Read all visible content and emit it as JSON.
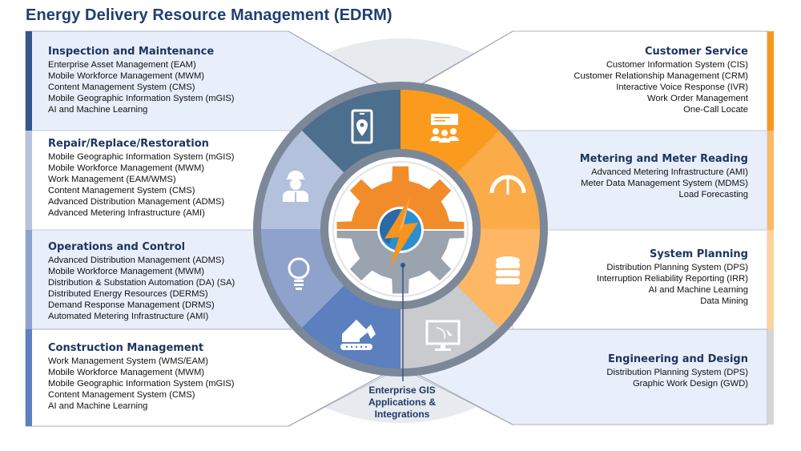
{
  "title": "Energy Delivery Resource Management (EDRM)",
  "left_panels": [
    {
      "heading": "Inspection and Maintenance",
      "items": [
        "Enterprise Asset Management (EAM)",
        "Mobile Workforce Management (MWM)",
        "Content Management System (CMS)",
        "Mobile Geographic Information System (mGIS)",
        "AI and Machine Learning"
      ],
      "accent": "#34568c",
      "icon": "mobile-location-icon"
    },
    {
      "heading": "Repair/Replace/Restoration",
      "items": [
        "Mobile Geographic Information System (mGIS)",
        "Mobile Workforce Management (MWM)",
        "Work Management (EAM/WMS)",
        "Content Management System (CMS)",
        "Advanced Distribution Management (ADMS)",
        "Advanced Metering Infrastructure (AMI)"
      ],
      "accent": "#b6c4de",
      "icon": "worker-icon"
    },
    {
      "heading": "Operations and Control",
      "items": [
        "Advanced Distribution Management (ADMS)",
        "Mobile Workforce Management (MWM)",
        "Distribution & Substation Automation (DA) (SA)",
        "Distributed Energy Resources (DERMS)",
        "Demand Response Management (DRMS)",
        "Automated Metering Infrastructure (AMI)"
      ],
      "accent": "#8da2cc",
      "icon": "lightbulb-icon"
    },
    {
      "heading": "Construction Management",
      "items": [
        "Work Management System (WMS/EAM)",
        "Mobile Workforce Management (MWM)",
        "Mobile Geographic Information System (mGIS)",
        "Content Management System (CMS)",
        "AI and Machine Learning"
      ],
      "accent": "#5d7fbd",
      "icon": "excavator-icon"
    }
  ],
  "right_panels": [
    {
      "heading": "Customer Service",
      "items": [
        "Customer Information System (CIS)",
        "Customer Relationship Management (CRM)",
        "Interactive Voice Response (IVR)",
        "Work Order Management",
        "One-Call Locate"
      ],
      "accent": "#f7981d",
      "icon": "customer-group-icon"
    },
    {
      "heading": "Metering and Meter Reading",
      "items": [
        "Advanced Metering Infrastructure (AMI)",
        "Meter Data Management System (MDMS)",
        "Load Forecasting"
      ],
      "accent": "#fbb866",
      "icon": "gauge-icon"
    },
    {
      "heading": "System Planning",
      "items": [
        "Distribution Planning System (DPS)",
        "Interruption Reliability Reporting (IRR)",
        "AI and Machine Learning",
        "Data Mining"
      ],
      "accent": "#fdd39c",
      "icon": "database-icon"
    },
    {
      "heading": "Engineering and Design",
      "items": [
        "Distribution Planning System (DPS)",
        "Graphic Work Design (GWD)"
      ],
      "accent": "#d5d5d5",
      "icon": "design-monitor-icon"
    }
  ],
  "wheel": {
    "segment_colors": [
      "#fa9b1e",
      "#fbab48",
      "#fdb765",
      "#c9cbcf",
      "#5c7fbd",
      "#8ea2cc",
      "#b3c1dc",
      "#4b6f8d"
    ],
    "ring_color": "#7c8898",
    "center_icon": "gear-lightning-icon",
    "gear_top_color": "#f28c2a",
    "gear_bottom_color": "#9aa3ae",
    "bolt_color": "#f7941d",
    "hub_color": "#2a8fcf"
  },
  "center_label": [
    "Enterprise GIS",
    "Applications &",
    "Integrations"
  ]
}
